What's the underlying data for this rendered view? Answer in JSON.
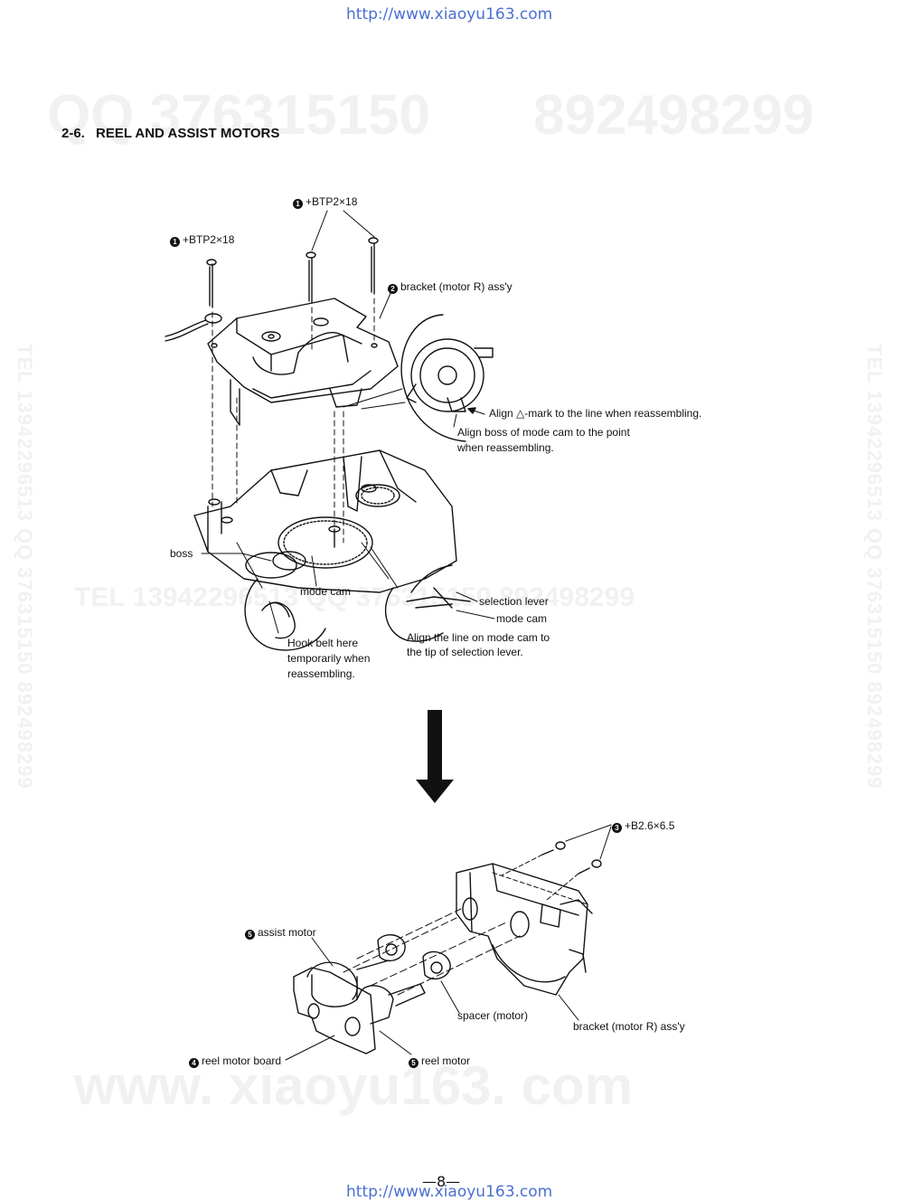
{
  "header_url": "http://www.xiaoyu163.com",
  "footer_url": "http://www.xiaoyu163.com",
  "watermarks": {
    "qq_top": "QQ 376315150",
    "qq_top2": "892498299",
    "mid": "TEL 13942296513 QQ 376315150 892498299",
    "side_left": "TEL 13942296513 QQ 376315150 892498299",
    "side_right": "TEL 13942296513 QQ 376315150 892498299",
    "bottom": "www. xiaoyu163. com"
  },
  "section": {
    "number": "2-6.",
    "title": "REEL AND ASSIST MOTORS"
  },
  "labels": {
    "screw_1a": {
      "num": "1",
      "text": "+BTP2×18"
    },
    "screw_1b": {
      "num": "1",
      "text": "+BTP2×18"
    },
    "bracket_r": {
      "num": "2",
      "text": "bracket (motor R) ass'y"
    },
    "align_mark": "Align △-mark to the line when reassembling.",
    "align_boss_1": "Align boss of mode cam to the point",
    "align_boss_2": "when reassembling.",
    "boss": "boss",
    "mode_cam": "mode cam",
    "selection_lever": "selection lever",
    "mode_cam_2": "mode cam",
    "align_line_1": "Align the line on mode cam to",
    "align_line_2": "the tip of selection lever.",
    "hook_1": "Hook belt here",
    "hook_2": "temporarily when",
    "hook_3": "reassembling.",
    "screw_3": {
      "num": "3",
      "text": "+B2.6×6.5"
    },
    "assist_motor": {
      "num": "5",
      "text": "assist motor"
    },
    "spacer": "spacer (motor)",
    "bracket_r2": "bracket (motor R) ass'y",
    "reel_motor_board": {
      "num": "4",
      "text": "reel motor board"
    },
    "reel_motor": {
      "num": "5",
      "text": "reel motor"
    }
  },
  "page_number": "—8—"
}
